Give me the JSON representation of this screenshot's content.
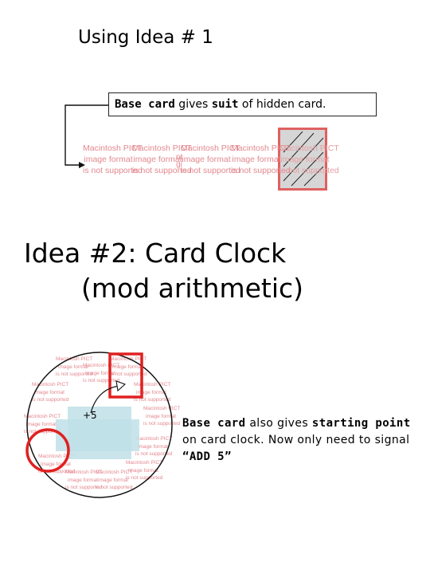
{
  "idea1": {
    "title": "Using Idea # 1",
    "box": {
      "term1": "Base card",
      "text1": " gives ",
      "term2": "suit",
      "text2": " of hidden card."
    },
    "placeholder": {
      "line1": "Macintosh PICT",
      "line2": "image format",
      "line3": "is not supported"
    },
    "fragment": "nt\ngi"
  },
  "idea2": {
    "title_line1": "Idea #2:  Card Clock",
    "title_line2": "(mod arithmetic)",
    "step_label": "+5",
    "caption": {
      "term1": "Base card",
      "text1": " also gives ",
      "term2": "starting point",
      "text2": " on card clock.  Now only need to signal  ",
      "signal": "“ADD 5”"
    }
  },
  "colors": {
    "placeholder_text": "#e3888f",
    "highlight": "#e02020",
    "wheel_fill": "#bfe0e7"
  },
  "icons": [
    "arrow-connector-icon",
    "curved-arrow-icon",
    "hatch-pattern-icon"
  ]
}
